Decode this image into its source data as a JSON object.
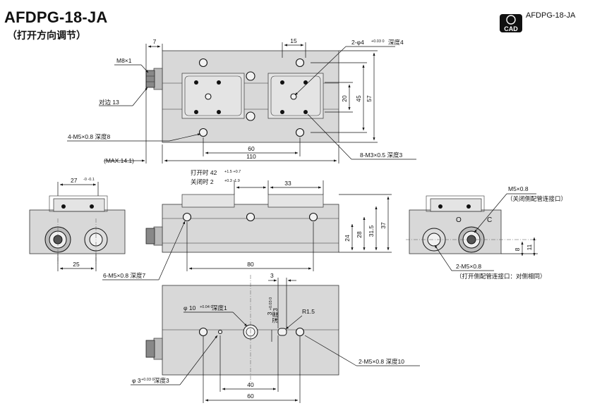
{
  "header": {
    "title": "AFDPG-18-JA",
    "subtitle": "（打开方向调节）",
    "cad_label": "AFDPG-18-JA",
    "cad_icon_text": "CAD"
  },
  "top_view": {
    "dim_7": "7",
    "dim_15": "15",
    "hole_callout": "2-φ4",
    "hole_tol": "+0.03 0",
    "hole_depth": "深度4",
    "m8": "M8×1",
    "across_flats": "对边 13",
    "m5_callout": "4-M5×0.8 深度8",
    "dim_20": "20",
    "dim_45": "45",
    "dim_57": "57",
    "dim_60": "60",
    "max": "(MAX.14.1)",
    "dim_110": "110",
    "m3_callout": "8-M3×0.5 深度3"
  },
  "left_view": {
    "dim_27": "27",
    "dim_27_tol": "-0 -0.1",
    "dim_25": "25"
  },
  "front_view": {
    "open_label": "打开时 42",
    "open_tol": "+1.5 +0.7",
    "close_label": "关闭时  2",
    "close_tol": "+0.3 -1.9",
    "dim_33": "33",
    "dim_24": "24",
    "dim_28": "28",
    "dim_315": "31.5",
    "dim_37": "37",
    "dim_80": "80",
    "m5_callout": "6-M5×0.8 深度7"
  },
  "right_view": {
    "m5_top": "M5×0.8",
    "m5_top_note": "（关闭侧配管连接口）",
    "dim_8": "8",
    "dim_11": "11",
    "m5_bottom": "2-M5×0.8",
    "m5_bottom_note": "（打开侧配管连接口：对侧相同）"
  },
  "bottom_view": {
    "dim_3": "3",
    "phi10": "φ 10",
    "phi10_tol": "+0.04 0",
    "phi10_depth": "深度1",
    "slot_label": "3",
    "slot_tol": "+0.03 0",
    "slot_depth": "深度3",
    "r15": "R1.5",
    "m5_callout": "2-M5×0.8 深度10",
    "phi3": "φ 3",
    "phi3_tol": "+0.03 0",
    "phi3_depth": "深度3",
    "dim_40": "40",
    "dim_60": "60"
  }
}
